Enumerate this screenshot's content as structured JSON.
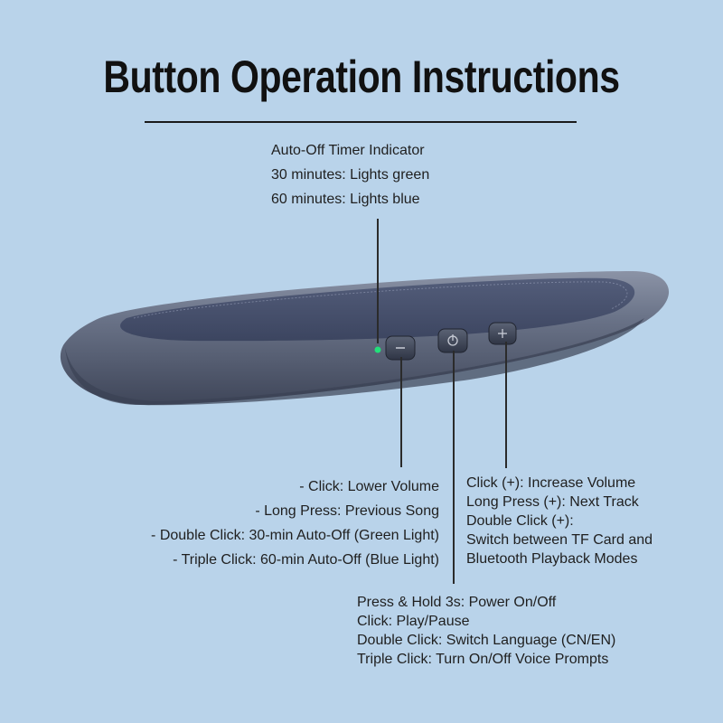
{
  "title": "Button Operation Instructions",
  "timer": {
    "heading": "Auto-Off Timer Indicator",
    "line1": "30 minutes: Lights green",
    "line2": "60 minutes: Lights blue"
  },
  "minus": {
    "line1": "- Click: Lower Volume",
    "line2": "- Long Press: Previous Song",
    "line3": "- Double Click: 30-min Auto-Off (Green Light)",
    "line4": "- Triple Click: 60-min Auto-Off (Blue Light)"
  },
  "plus": {
    "line1": "Click (+): Increase Volume",
    "line2": "Long Press (+): Next Track",
    "line3": "Double Click (+):",
    "line4": "Switch between TF Card and",
    "line5": "Bluetooth Playback Modes"
  },
  "power": {
    "line1": "Press & Hold 3s: Power On/Off",
    "line2": "Click: Play/Pause",
    "line3": "Double Click: Switch Language (CN/EN)",
    "line4": "Triple Click: Turn On/Off Voice Prompts"
  },
  "colors": {
    "background": "#b9d3ea",
    "led": "#22e07a",
    "device_body": "#5a6377"
  }
}
